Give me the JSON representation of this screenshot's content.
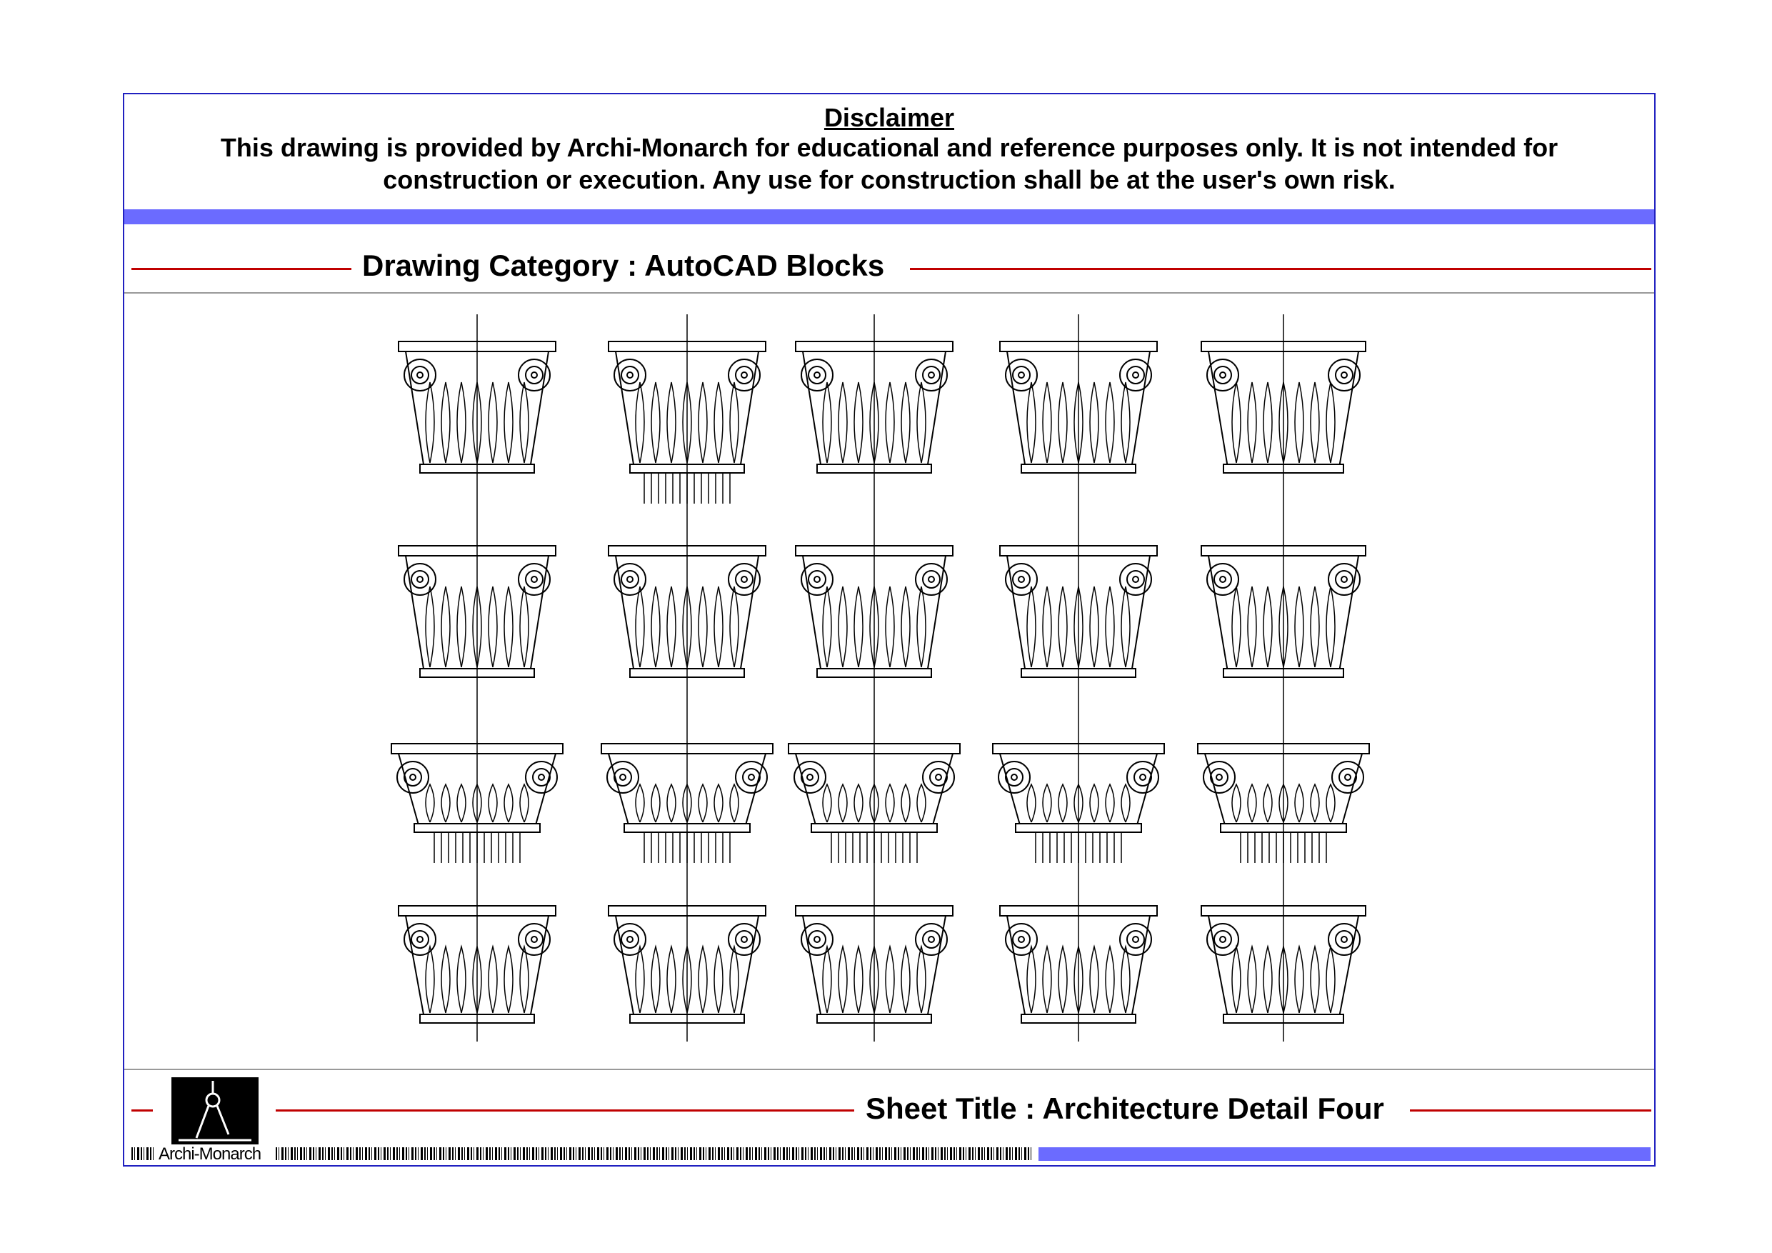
{
  "disclaimer": {
    "title": "Disclaimer",
    "text": "This drawing is provided by Archi-Monarch for educational and reference purposes only. It is not intended for construction or execution. Any use for construction shall be at the user's own risk."
  },
  "category": {
    "label": "Drawing Category : AutoCAD Blocks"
  },
  "footer": {
    "logo_text": "Archi-Monarch",
    "sheet_title": "Sheet Title : Architecture Detail Four"
  },
  "colors": {
    "frame": "#2020c0",
    "accent_bar": "#6b6bff",
    "rule": "#c00000"
  }
}
